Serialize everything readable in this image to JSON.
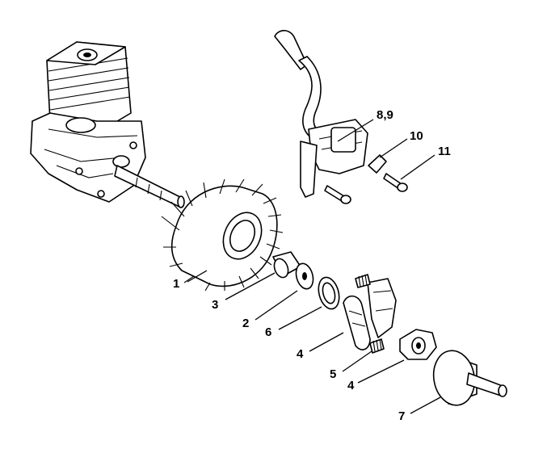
{
  "callouts": {
    "p1": "1",
    "p2": "2",
    "p3": "3",
    "p4a": "4",
    "p4b": "4",
    "p5": "5",
    "p6": "6",
    "p7": "7",
    "p89": "8,9",
    "p10": "10",
    "p11": "11"
  },
  "colors": {
    "ink": "#000000",
    "paper": "#ffffff"
  }
}
